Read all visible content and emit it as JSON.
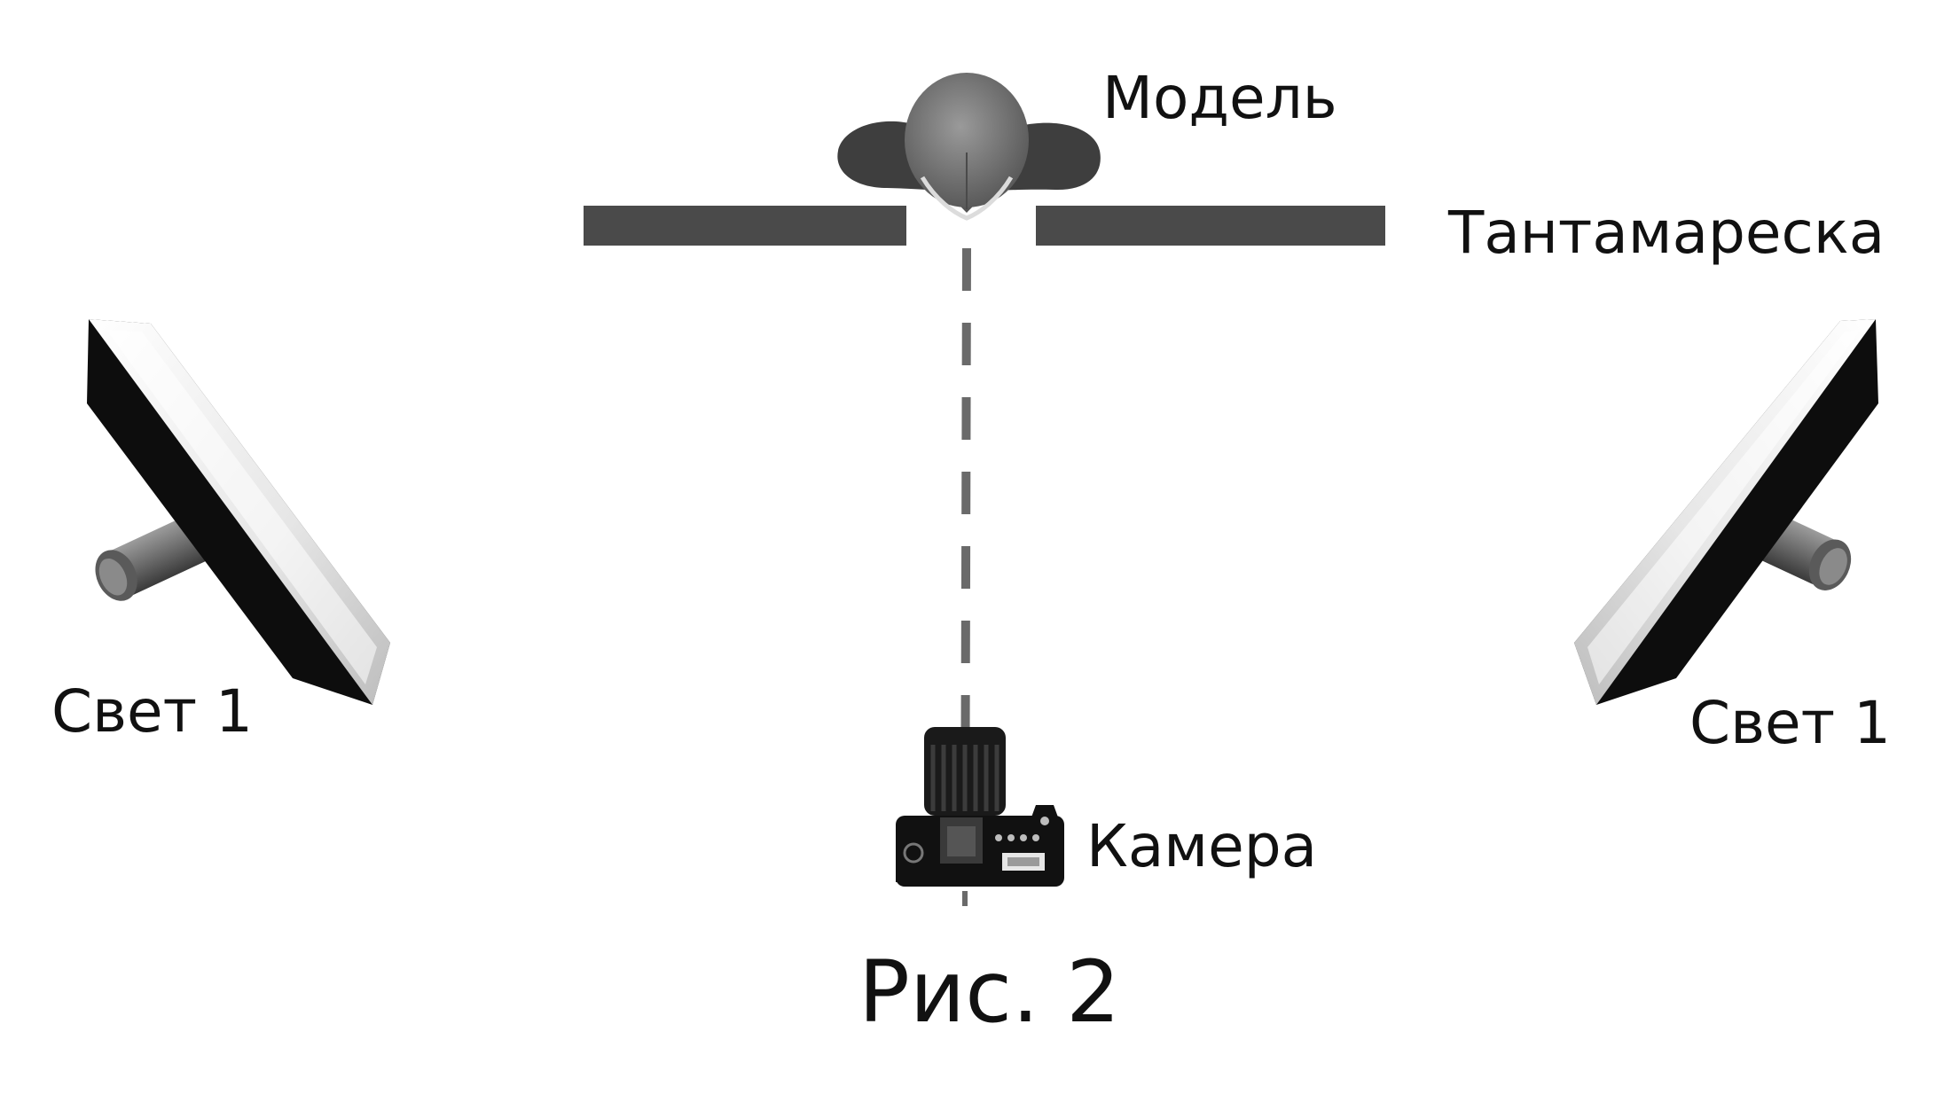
{
  "diagram": {
    "labels": {
      "model": "Модель",
      "flag": "Тантамареска",
      "light_left": "Свет 1",
      "light_right": "Свет 1",
      "camera": "Камера",
      "caption": "Рис. 2"
    },
    "colors": {
      "ink": "#111111",
      "flag_bar": "#4a4a4a",
      "dashed_line": "#6a6a6a",
      "head": "#7c7c7c",
      "shoulders": "#3e3e3e",
      "softbox_body": "#0d0d0d",
      "softbox_face": "#f2f2f2"
    },
    "icons": [
      "model-icon",
      "flag-bar",
      "softbox-icon",
      "camera-icon"
    ]
  }
}
